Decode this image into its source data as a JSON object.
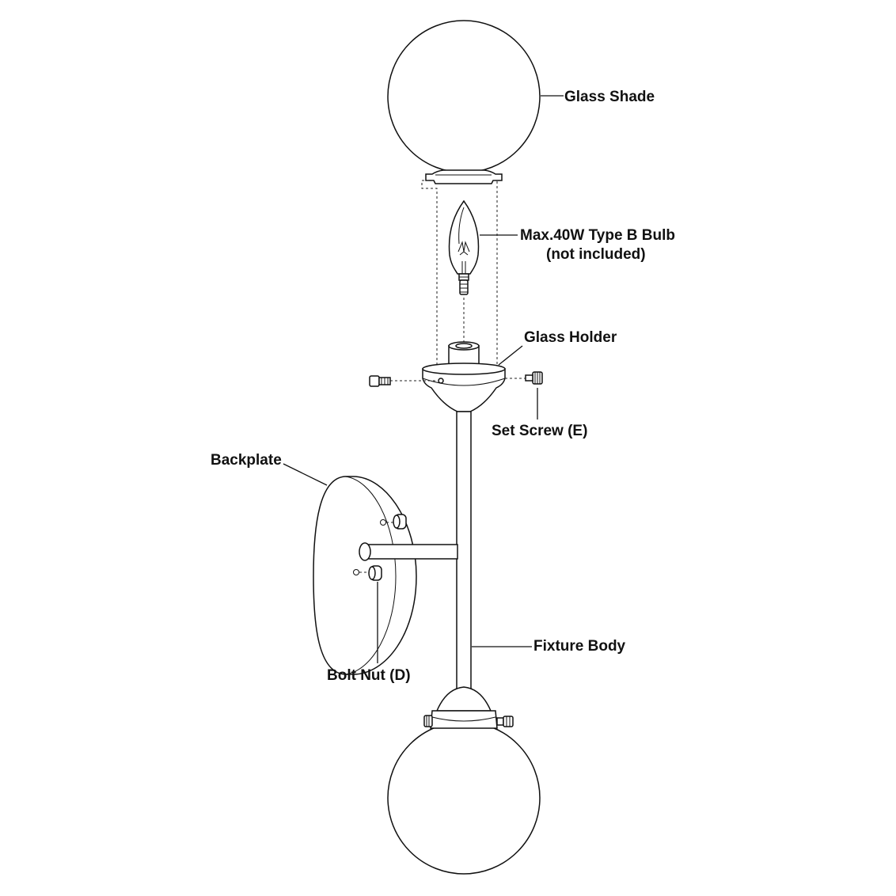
{
  "labels": {
    "glass_shade": "Glass Shade",
    "bulb_line1": "Max.40W Type B Bulb",
    "bulb_line2": "(not included)",
    "glass_holder": "Glass Holder",
    "set_screw": "Set Screw (E)",
    "backplate": "Backplate",
    "fixture_body": "Fixture Body",
    "bolt_nut": "Bolt Nut (D)"
  },
  "colors": {
    "line": "#111111",
    "background": "#ffffff"
  }
}
